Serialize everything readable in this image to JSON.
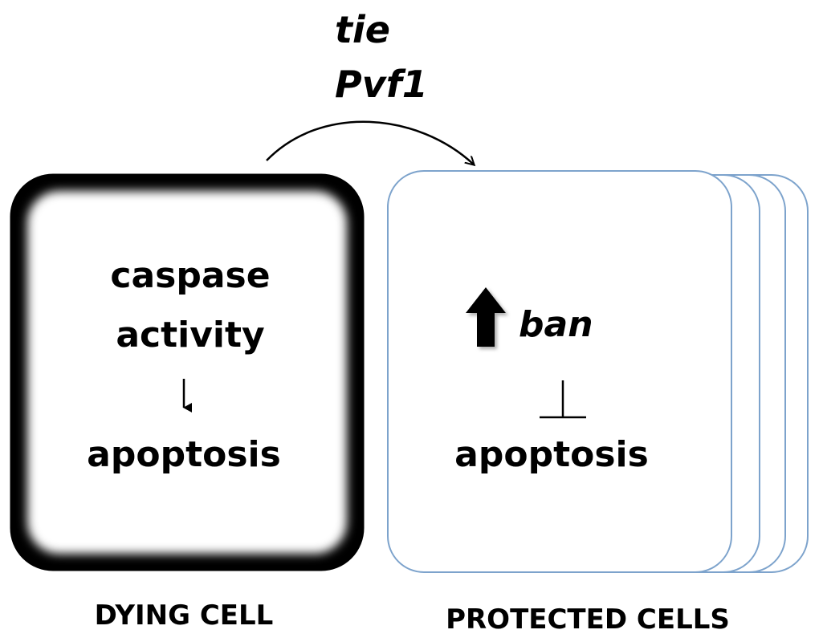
{
  "signals": [
    "tie",
    "Pvf1"
  ],
  "dying_cell": {
    "lines": [
      "caspase",
      "activity",
      "apoptosis"
    ],
    "caption": "DYING CELL"
  },
  "protected_cells": {
    "gene": "ban",
    "outcome": "apoptosis",
    "caption": "PROTECTED CELLS",
    "stack_count": 4
  },
  "colors": {
    "protected_border": "#7da3cc",
    "dying_border": "#000000",
    "text": "#000000"
  }
}
